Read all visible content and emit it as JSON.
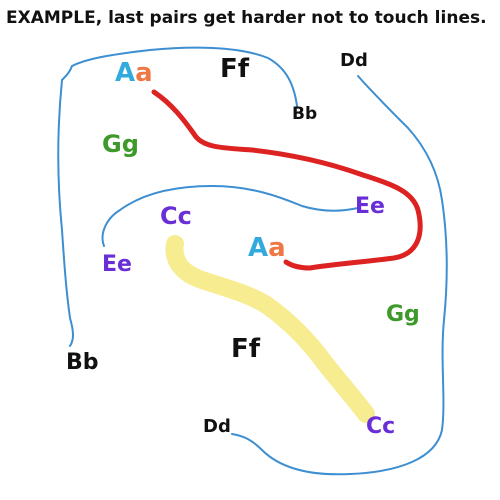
{
  "title": "EXAMPLE, last pairs get harder not to touch lines.",
  "labels": {
    "aa_top": "Aa",
    "aa_mid": "Aa",
    "ff_top": "Ff",
    "ff_mid": "Ff",
    "dd_top": "Dd",
    "dd_bottom": "Dd",
    "bb_top": "Bb",
    "bb_left": "Bb",
    "gg_left": "Gg",
    "gg_right": "Gg",
    "ee_left": "Ee",
    "ee_mid": "Ee",
    "cc_top": "Cc",
    "cc_bottom": "Cc"
  },
  "colors": {
    "blue_line": "#3d8fd1",
    "red_line": "#dd2222",
    "yellow_line": "#f7ec90",
    "a_blue": "#33aadd",
    "a_orange": "#ee7744",
    "green": "#3d9a2a",
    "purple": "#6a2ed6",
    "black": "#111111"
  }
}
